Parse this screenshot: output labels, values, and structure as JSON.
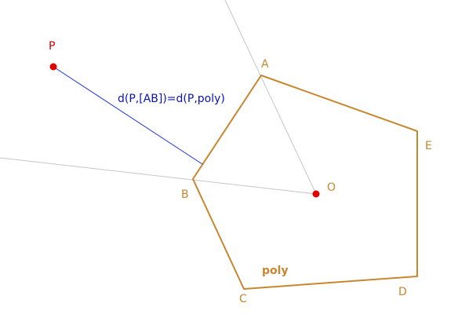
{
  "figure": {
    "labels": {
      "P": "P",
      "A": "A",
      "B": "B",
      "C": "C",
      "D": "D",
      "E": "E",
      "O": "O",
      "poly": "poly",
      "distance": "d(P,[AB])=d(P,poly)"
    },
    "colors": {
      "polygon": "#c8862f",
      "point": "#e00000",
      "point_label": "#cc0000",
      "distance_segment": "#1a33e0",
      "distance_label": "#0a14b4",
      "rays": "#c6c6c6",
      "vertex_label": "#c8862f"
    }
  }
}
